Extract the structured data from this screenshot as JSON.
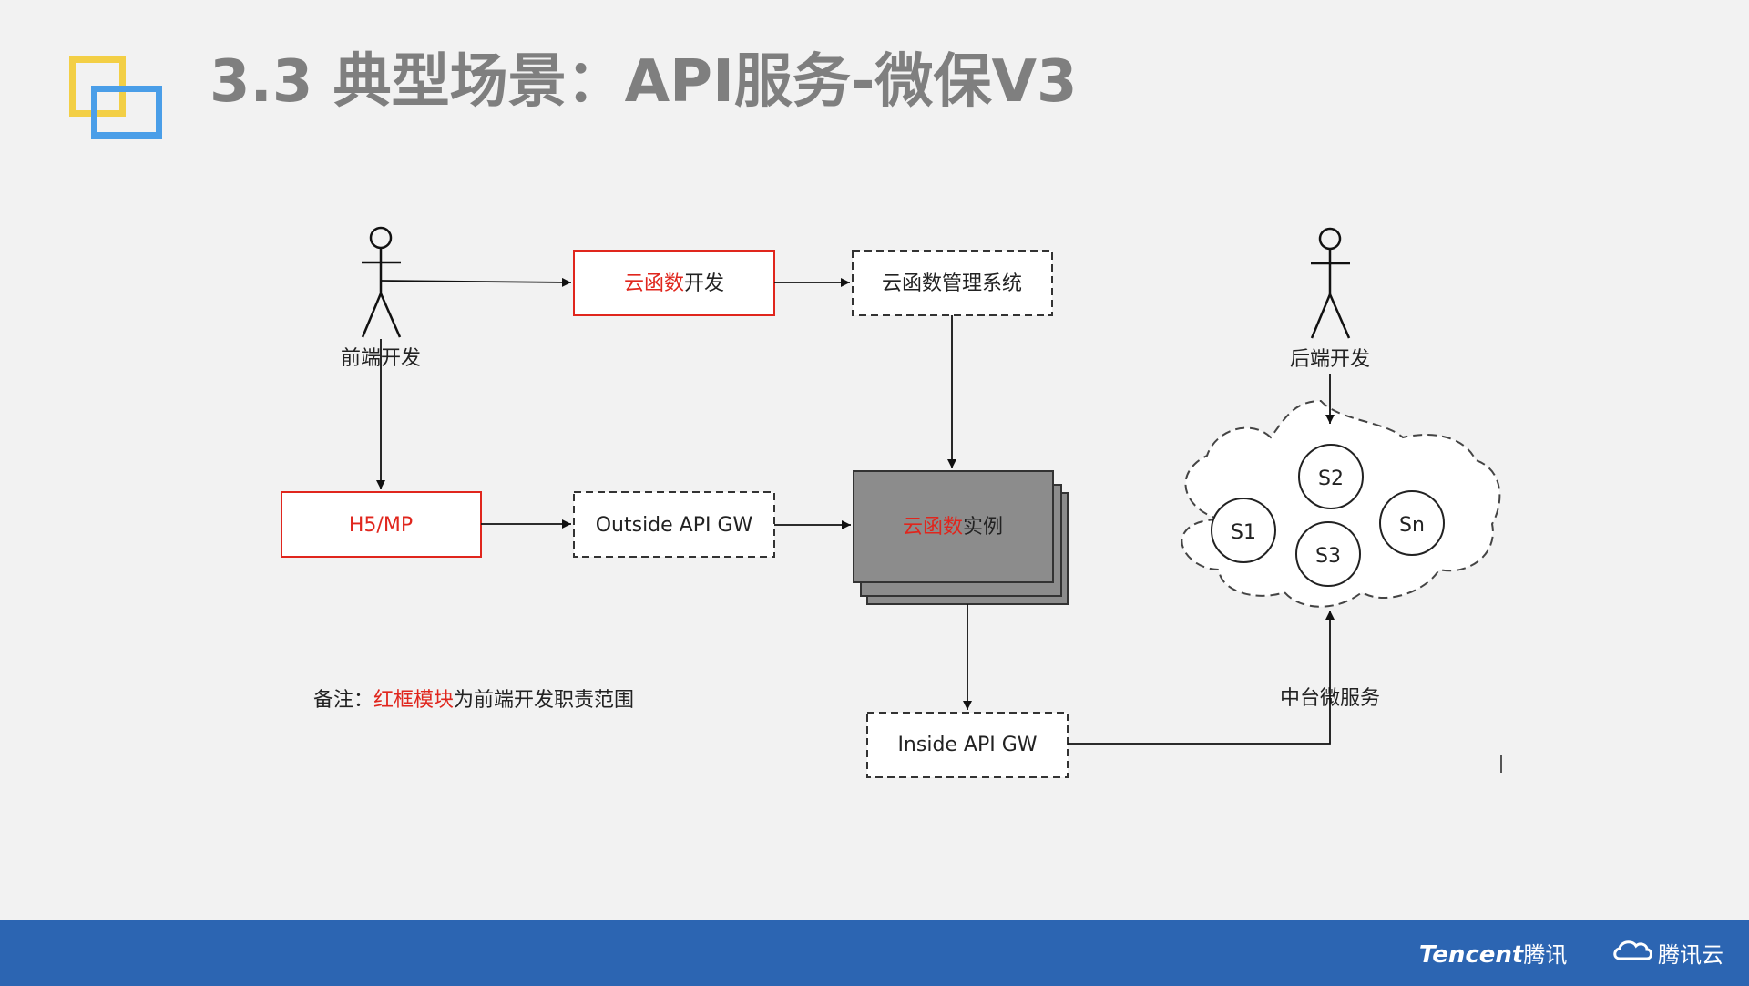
{
  "header": {
    "title": "3.3 典型场景：API服务-微保V3"
  },
  "diagram": {
    "actor_frontend": "前端开发",
    "actor_backend": "后端开发",
    "box_cloud_dev": {
      "red": "云函数",
      "black": "开发"
    },
    "box_mgmt": "云函数管理系统",
    "box_h5": "H5/MP",
    "box_outside_gw": "Outside API GW",
    "box_instance": {
      "red": "云函数",
      "black": "实例"
    },
    "box_inside_gw": "Inside API GW",
    "cloud_label": "中台微服务",
    "services": [
      "S1",
      "S2",
      "S3",
      "Sn"
    ],
    "note": {
      "prefix": "备注：",
      "red": "红框模块",
      "suffix": "为前端开发职责范围"
    }
  },
  "footer": {
    "brand_en": "Tencent",
    "brand_cn": "腾讯",
    "cloud_name": "腾讯云"
  },
  "colors": {
    "title": "#7f7f7f",
    "red_accent": "#e0261d",
    "footer_bar": "#2c65b2",
    "instance_fill": "#8c8c8c",
    "logo_yellow": "#f3cf45",
    "logo_blue": "#4a9ee8"
  }
}
